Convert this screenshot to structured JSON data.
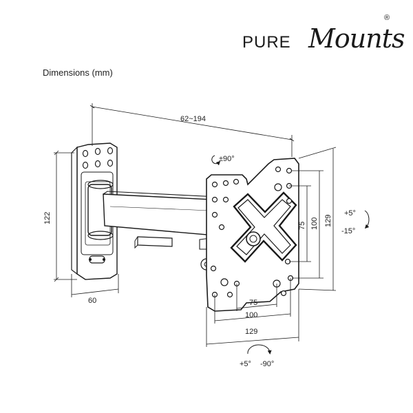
{
  "brand": {
    "name_part1": "PURE",
    "name_part2": "Mounts",
    "registered": "®"
  },
  "caption": "Dimensions (mm)",
  "dimensions": {
    "arm_extension": "62~194",
    "wall_plate_height": "122",
    "wall_plate_width": "60",
    "vesa_small": "75",
    "vesa_medium": "100",
    "plate_size": "129"
  },
  "rotation": {
    "swivel": "±90°"
  },
  "tilt": {
    "up": "+5°",
    "down": "-15°"
  },
  "pan": {
    "left": "+5°",
    "right": "-90°"
  },
  "colors": {
    "line": "#1a1a1a",
    "background": "#ffffff"
  }
}
